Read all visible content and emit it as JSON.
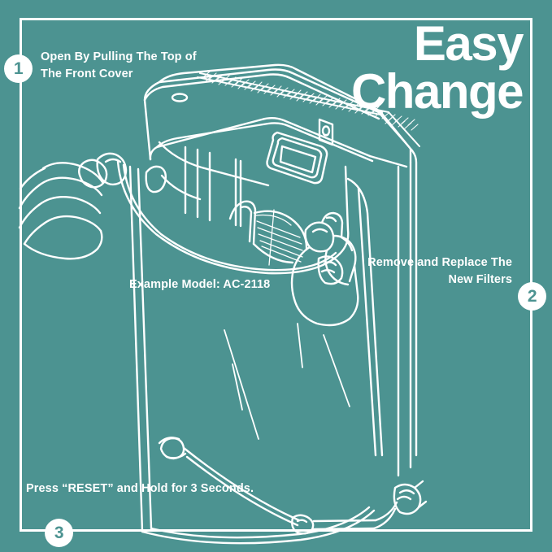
{
  "poster": {
    "background_color": "#4c9391",
    "line_color": "#ffffff",
    "headline": {
      "line1": "Easy",
      "line2": "Change"
    },
    "model_caption": "Example Model: AC-2118",
    "frame": {
      "border_color": "#ffffff"
    }
  },
  "steps": [
    {
      "number": "1",
      "text": "Open By Pulling The Top of The Front Cover",
      "position": "top-left"
    },
    {
      "number": "2",
      "text": "Remove and Replace The New Filters",
      "position": "middle-right"
    },
    {
      "number": "3",
      "text": "Press “RESET” and Hold for 3 Seconds.",
      "position": "bottom-left"
    }
  ],
  "illustration": {
    "subject": "air-purifier-line-drawing",
    "description": "Line drawing of an upright air purifier with its front cover being pulled open by two hands"
  }
}
